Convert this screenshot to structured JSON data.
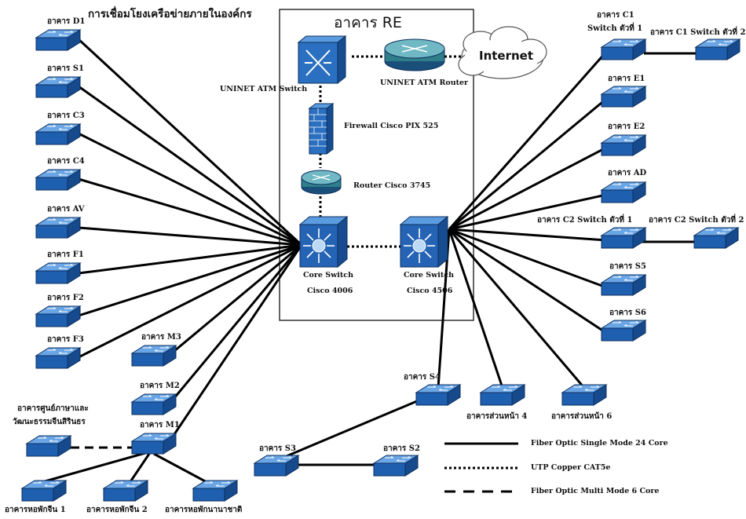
{
  "diagram": {
    "title": "การเชื่อมโยงเครือข่ายภายในองค์กร",
    "re_building": "อาคาร RE",
    "internet": "Internet",
    "devices": {
      "atm_switch": "UNINET ATM Switch",
      "atm_router": "UNINET ATM Router",
      "firewall": "Firewall Cisco PIX 525",
      "router": "Router Cisco 3745",
      "core1_a": "Core Switch",
      "core1_b": "Cisco 4006",
      "core2_a": "Core Switch",
      "core2_b": "Cisco 4506"
    },
    "left_buildings": {
      "d1": "อาคาร D1",
      "s1": "อาคาร S1",
      "c3": "อาคาร C3",
      "c4": "อาคาร C4",
      "av": "อาคาร AV",
      "f1": "อาคาร F1",
      "f2": "อาคาร F2",
      "f3": "อาคาร F3",
      "m3": "อาคาร M3",
      "m2": "อาคาร M2",
      "m1": "อาคาร M1",
      "lang_1": "อาคารศูนย์ภาษาและ",
      "lang_2": "วัฒนะธรรมจีนสิรินธร",
      "dorm1": "อาคารหอพักจีน 1",
      "dorm2": "อาคารหอพักจีน 2",
      "dorm_intl": "อาคารหอพักนานาชาติ"
    },
    "right_buildings": {
      "c1_1": "อาคาร C1",
      "c1_2": "Switch ตัวที่ 1",
      "c1_sw2": "อาคาร C1  Switch ตัวที่ 2",
      "e1": "อาคาร E1",
      "e2": "อาคาร E2",
      "ad": "อาคาร AD",
      "c2_sw1": "อาคาร C2  Switch ตัวที่ 1",
      "c2_sw2": "อาคาร C2  Switch ตัวที่ 2",
      "s5": "อาคาร S5",
      "s6": "อาคาร S6",
      "s4": "อาคาร S4",
      "front4": "อาคารส่วนหน้า 4",
      "front6": "อาคารส่วนหน้า 6",
      "s3": "อาคาร S3",
      "s2": "อาคาร S2"
    },
    "legend": {
      "solid": "Fiber Optic Single Mode 24 Core",
      "dotted": "UTP Copper CAT5e",
      "dashed": "Fiber Optic Multi Mode 6 Core"
    },
    "colors": {
      "switch_top": "#4f8fd6",
      "switch_side": "#1f5aa8",
      "device_blue": "#2a6fc0",
      "router_teal": "#3c8c8c",
      "line": "#000000"
    }
  }
}
